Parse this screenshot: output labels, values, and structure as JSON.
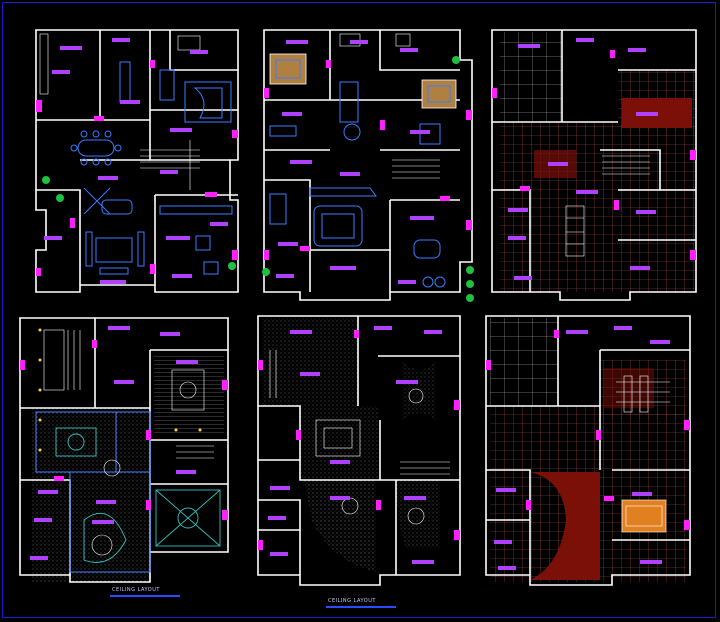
{
  "drawing": {
    "background": "#000000",
    "frame_color": "#1a1ad0",
    "colors": {
      "wall": "#ffffff",
      "label": "#c040ff",
      "door_marker": "#ff20ff",
      "furniture": "#3a7bff",
      "tile_grid": "#c0504d",
      "dark_red_fill": "#7a1008",
      "orange_fill": "#e08020",
      "plant": "#20c040"
    },
    "sheets": [
      {
        "id": "ground-floor-furniture-plan",
        "caption": ""
      },
      {
        "id": "first-floor-furniture-plan",
        "caption": ""
      },
      {
        "id": "ground-floor-flooring-plan",
        "caption": ""
      },
      {
        "id": "ground-floor-ceiling-plan",
        "caption": "CEILING LAYOUT"
      },
      {
        "id": "first-floor-ceiling-plan",
        "caption": "CEILING LAYOUT"
      },
      {
        "id": "first-floor-flooring-plan",
        "caption": ""
      }
    ]
  }
}
